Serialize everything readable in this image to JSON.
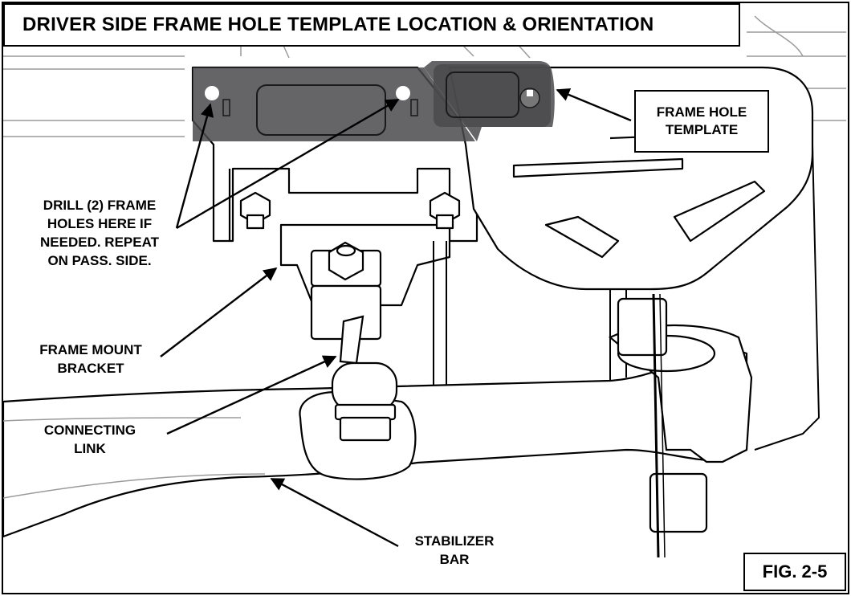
{
  "title": "DRIVER SIDE FRAME HOLE TEMPLATE LOCATION & ORIENTATION",
  "figure_label": "FIG. 2-5",
  "callouts": {
    "frame_hole_template": [
      "FRAME HOLE",
      "TEMPLATE"
    ],
    "drill_holes": [
      "DRILL (2) FRAME",
      "HOLES HERE IF",
      "NEEDED. REPEAT",
      "ON PASS. SIDE."
    ],
    "frame_mount_bracket": [
      "FRAME MOUNT",
      "BRACKET"
    ],
    "connecting_link": [
      "CONNECTING",
      "LINK"
    ],
    "stabilizer_bar": [
      "STABILIZER",
      "BAR"
    ]
  },
  "colors": {
    "template_fill": "#4a4a4e",
    "line": "#000000",
    "light_line": "#9a9a9a",
    "background": "#ffffff"
  }
}
